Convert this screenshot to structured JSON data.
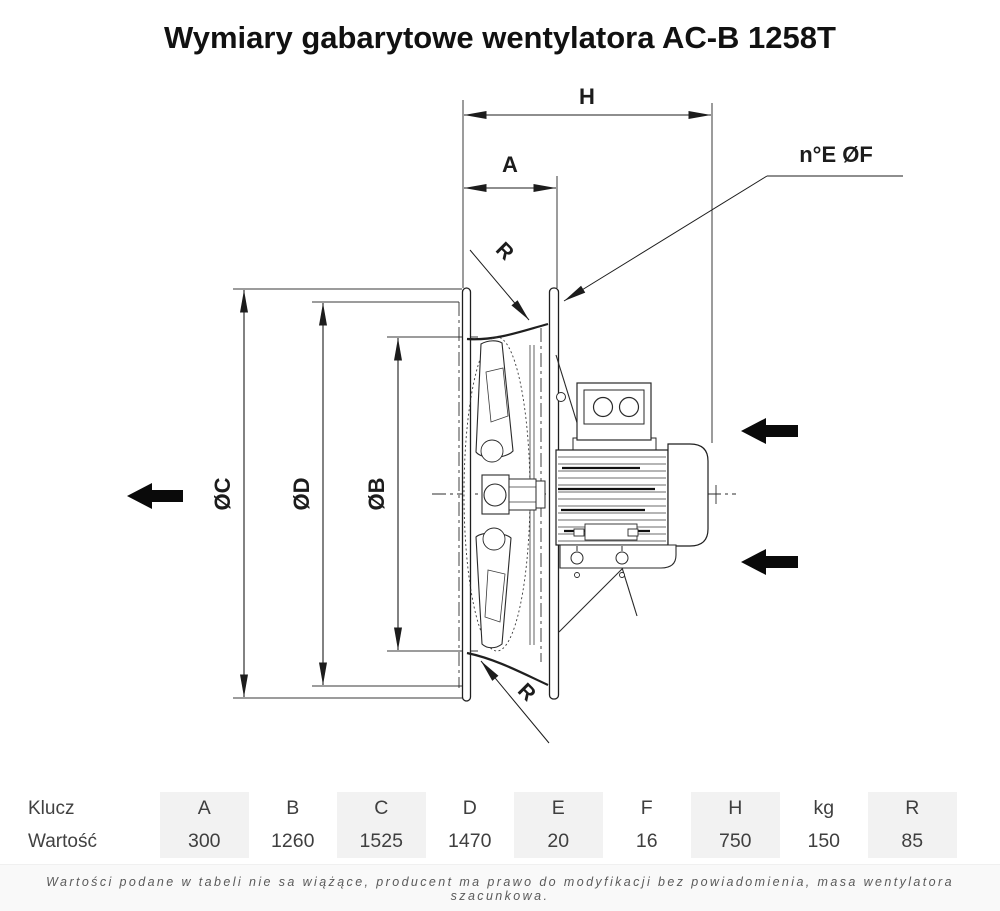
{
  "title": "Wymiary gabarytowe wentylatora AC-B 1258T",
  "drawing": {
    "dim_h": "H",
    "dim_a": "A",
    "dim_c": "ØC",
    "dim_d": "ØD",
    "dim_b": "ØB",
    "radius_top": "R",
    "radius_bottom": "R",
    "bolt_holes": "n°E ØF"
  },
  "table": {
    "key_row_label": "Klucz",
    "value_row_label": "Wartość",
    "columns": [
      {
        "key": "A",
        "value": "300"
      },
      {
        "key": "B",
        "value": "1260"
      },
      {
        "key": "C",
        "value": "1525"
      },
      {
        "key": "D",
        "value": "1470"
      },
      {
        "key": "E",
        "value": "20"
      },
      {
        "key": "F",
        "value": "16"
      },
      {
        "key": "H",
        "value": "750"
      },
      {
        "key": "kg",
        "value": "150"
      },
      {
        "key": "R",
        "value": "85"
      }
    ]
  },
  "footer": {
    "disclaimer": "Wartości podane w tabeli nie sa wiążące, producent ma prawo do modyfikacji bez powiadomienia, masa wentylatora szacunkowa."
  },
  "colors": {
    "line": "#2d2d2d",
    "shaded_cell": "#f2f2f2",
    "footer_bg": "#f9f9f9",
    "flow_arrow": "#0a0a0a"
  }
}
